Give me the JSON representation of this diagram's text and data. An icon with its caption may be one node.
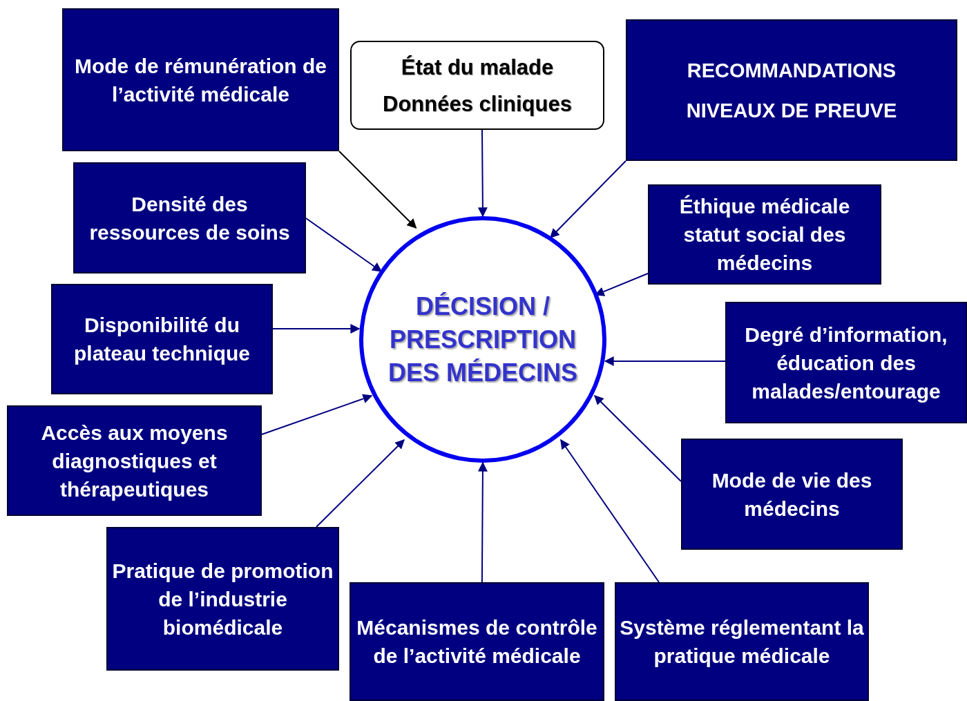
{
  "diagram": {
    "nodes": [
      {
        "text": [
          "Mode de rémunération de l’activité médicale"
        ]
      },
      {
        "text": [
          "État du malade",
          "Données cliniques"
        ]
      },
      {
        "text": [
          "RECOMMANDATIONS",
          "NIVEAUX DE PREUVE"
        ]
      },
      {
        "text": [
          "Densité des ressources de soins"
        ]
      },
      {
        "text": [
          "Éthique médicale statut social des médecins"
        ]
      },
      {
        "text": [
          "DÉCISION / PRESCRIPTION DES MÉDECINS"
        ]
      },
      {
        "text": [
          "Disponibilité du plateau technique"
        ]
      },
      {
        "text": [
          "Degré d’information, éducation des malades/entourage"
        ]
      },
      {
        "text": [
          "Accès aux moyens diagnostiques et thérapeutiques"
        ]
      },
      {
        "text": [
          "Mode de vie des médecins"
        ]
      },
      {
        "text": [
          "Pratique de promotion de l’industrie biomédicale"
        ]
      },
      {
        "text": [
          "Mécanismes de contrôle de l’activité médicale"
        ]
      },
      {
        "text": [
          "Système réglementant la pratique médicale"
        ]
      }
    ],
    "edges": [
      {
        "from": 0,
        "to": 5,
        "arrow": "to",
        "color": "#000000"
      },
      {
        "from": 1,
        "to": 5,
        "arrow": "to"
      },
      {
        "from": 2,
        "to": 5,
        "arrow": "to"
      },
      {
        "from": 3,
        "to": 5,
        "arrow": "to"
      },
      {
        "from": 4,
        "to": 5,
        "arrow": "to"
      },
      {
        "from": 6,
        "to": 5,
        "arrow": "to"
      },
      {
        "from": 7,
        "to": 5,
        "arrow": "to"
      },
      {
        "from": 8,
        "to": 5,
        "arrow": "to"
      },
      {
        "from": 9,
        "to": 5,
        "arrow": "to"
      },
      {
        "from": 10,
        "to": 5,
        "arrow": "to"
      },
      {
        "from": 11,
        "to": 5,
        "arrow": "to"
      },
      {
        "from": 12,
        "to": 5,
        "arrow": "to"
      }
    ]
  }
}
